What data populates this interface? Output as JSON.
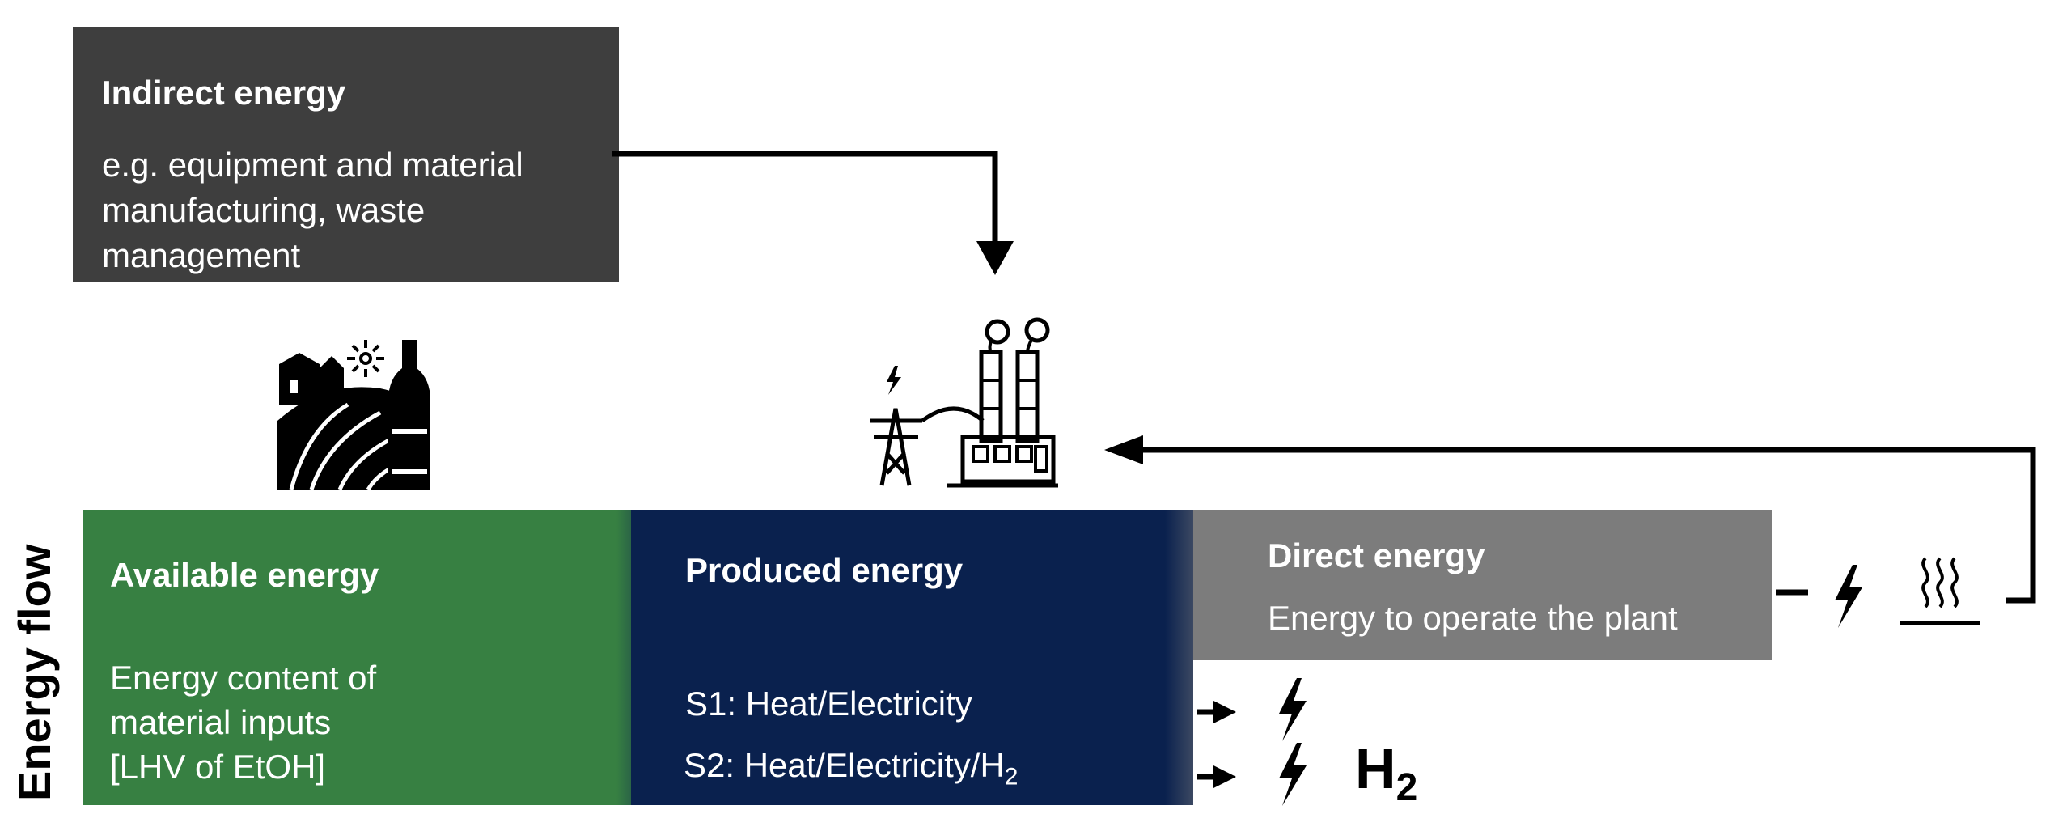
{
  "indirect": {
    "title": "Indirect energy",
    "line1": "e.g. equipment and material",
    "line2": "manufacturing, waste",
    "line3": "management"
  },
  "available": {
    "title": "Available energy",
    "line1": "Energy content of",
    "line2": "material inputs",
    "line3": "[LHV of EtOH]"
  },
  "produced": {
    "title": "Produced energy",
    "s1": "S1: Heat/Electricity",
    "s2_prefix": "S2: Heat/Electricity/H",
    "s2_sub": "2"
  },
  "direct": {
    "title": "Direct energy",
    "line1": "Energy to operate the plant"
  },
  "axis_label": "Energy flow",
  "h2_symbol": {
    "main": "H",
    "sub": "2"
  },
  "icons": [
    "farm-icon",
    "power-plant-icon",
    "lightning-icon",
    "heat-icon"
  ],
  "colors": {
    "indirect": "#3e3e3e",
    "available": "#378042",
    "produced": "#0a214e",
    "direct": "#7c7c7c"
  }
}
